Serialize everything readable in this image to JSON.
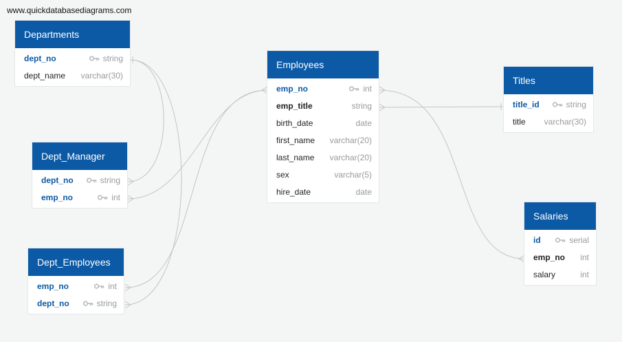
{
  "watermark": "www.quickdatabasediagrams.com",
  "tables": {
    "departments": {
      "title": "Departments",
      "fields": [
        {
          "name": "dept_no",
          "type": "string",
          "key": true
        },
        {
          "name": "dept_name",
          "type": "varchar(30)",
          "key": false
        }
      ]
    },
    "dept_manager": {
      "title": "Dept_Manager",
      "fields": [
        {
          "name": "dept_no",
          "type": "string",
          "key": true
        },
        {
          "name": "emp_no",
          "type": "int",
          "key": true
        }
      ]
    },
    "dept_employees": {
      "title": "Dept_Employees",
      "fields": [
        {
          "name": "emp_no",
          "type": "int",
          "key": true
        },
        {
          "name": "dept_no",
          "type": "string",
          "key": true
        }
      ]
    },
    "employees": {
      "title": "Employees",
      "fields": [
        {
          "name": "emp_no",
          "type": "int",
          "key": true
        },
        {
          "name": "emp_title",
          "type": "string",
          "key": false
        },
        {
          "name": "birth_date",
          "type": "date",
          "key": false
        },
        {
          "name": "first_name",
          "type": "varchar(20)",
          "key": false
        },
        {
          "name": "last_name",
          "type": "varchar(20)",
          "key": false
        },
        {
          "name": "sex",
          "type": "varchar(5)",
          "key": false
        },
        {
          "name": "hire_date",
          "type": "date",
          "key": false
        }
      ]
    },
    "titles": {
      "title": "Titles",
      "fields": [
        {
          "name": "title_id",
          "type": "string",
          "key": true
        },
        {
          "name": "title",
          "type": "varchar(30)",
          "key": false
        }
      ]
    },
    "salaries": {
      "title": "Salaries",
      "fields": [
        {
          "name": "id",
          "type": "serial",
          "key": true
        },
        {
          "name": "emp_no",
          "type": "int",
          "key": false
        },
        {
          "name": "salary",
          "type": "int",
          "key": false
        }
      ]
    }
  },
  "relationships": [
    {
      "from": "departments.dept_no",
      "to": "dept_manager.dept_no",
      "cardinality": "one-to-many"
    },
    {
      "from": "departments.dept_no",
      "to": "dept_employees.dept_no",
      "cardinality": "one-to-many"
    },
    {
      "from": "employees.emp_no",
      "to": "dept_manager.emp_no",
      "cardinality": "many-to-many"
    },
    {
      "from": "employees.emp_no",
      "to": "dept_employees.emp_no",
      "cardinality": "many-to-many"
    },
    {
      "from": "employees.emp_title",
      "to": "titles.title_id",
      "cardinality": "many-to-one"
    },
    {
      "from": "employees.emp_no",
      "to": "salaries.emp_no",
      "cardinality": "many-to-many"
    }
  ],
  "colors": {
    "header": "#0c5aa6",
    "key_field": "#0c5aa6",
    "connector": "#c4c4c4",
    "background": "#f4f5f5"
  },
  "icons": {
    "key": "key-icon"
  }
}
